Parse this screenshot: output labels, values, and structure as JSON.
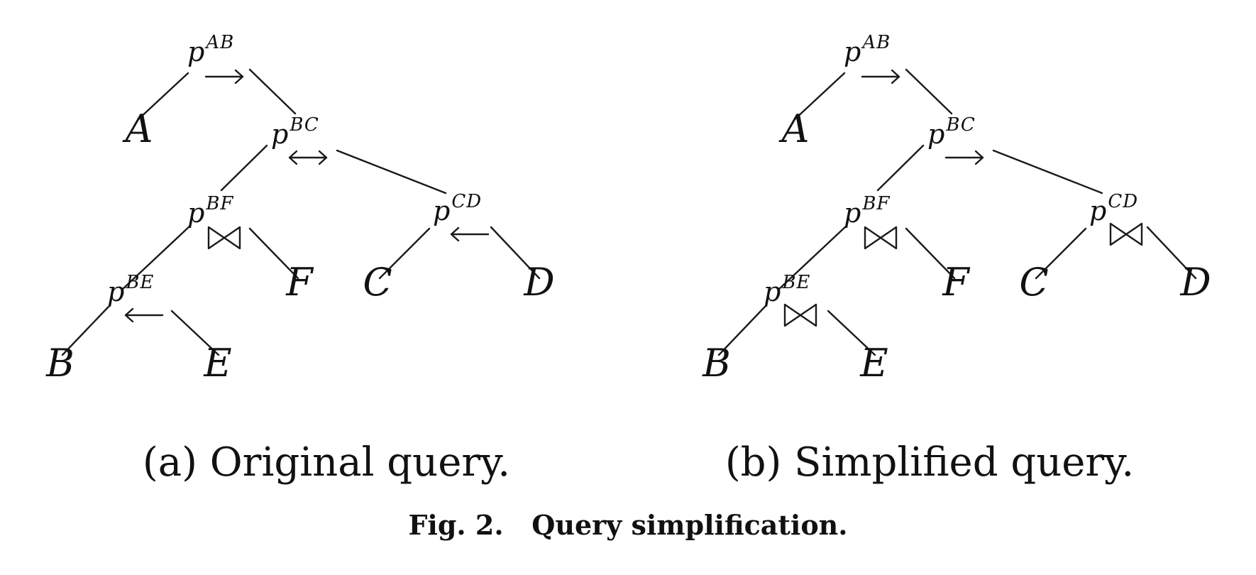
{
  "panels": [
    {
      "caption": "(a) Original query.",
      "nodes": [
        {
          "id": "AB",
          "sup": "AB",
          "op": "right-arrow"
        },
        {
          "id": "BC",
          "sup": "BC",
          "op": "left-right-arrow"
        },
        {
          "id": "BF",
          "sup": "BF",
          "op": "bowtie"
        },
        {
          "id": "CD",
          "sup": "CD",
          "op": "left-arrow"
        },
        {
          "id": "BE",
          "sup": "BE",
          "op": "left-arrow"
        }
      ],
      "leaves": [
        "A",
        "B",
        "C",
        "D",
        "E",
        "F"
      ]
    },
    {
      "caption": "(b) Simplified query.",
      "nodes": [
        {
          "id": "AB",
          "sup": "AB",
          "op": "right-arrow"
        },
        {
          "id": "BC",
          "sup": "BC",
          "op": "right-arrow"
        },
        {
          "id": "BF",
          "sup": "BF",
          "op": "bowtie"
        },
        {
          "id": "CD",
          "sup": "CD",
          "op": "bowtie"
        },
        {
          "id": "BE",
          "sup": "BE",
          "op": "bowtie"
        }
      ],
      "leaves": [
        "A",
        "B",
        "C",
        "D",
        "E",
        "F"
      ]
    }
  ],
  "predicate_symbol": "p",
  "figure_caption": "Fig. 2.   Query simplification."
}
